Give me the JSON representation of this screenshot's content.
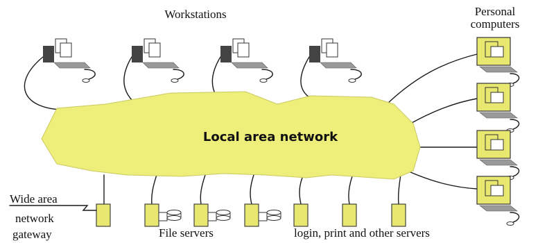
{
  "labels": {
    "workstations": "Workstations",
    "personal_computers_line1": "Personal",
    "personal_computers_line2": "computers",
    "lan": "Local area network",
    "wan_line1": "Wide area",
    "wan_line2": "network",
    "wan_line3": "gateway",
    "file_servers": "File servers",
    "other_servers": "login, print and other servers"
  },
  "colors": {
    "lan_fill": "#EEEE7A",
    "device_fill": "#E8E870",
    "device_dark": "#444444",
    "monitor_gray": "#9A9A9A",
    "cable": "#1A1A1A"
  },
  "icons": {
    "workstation": "workstation-icon",
    "personal_computer": "personal-computer-icon",
    "server": "server-icon",
    "disk": "disk-icon",
    "gateway": "gateway-icon"
  }
}
